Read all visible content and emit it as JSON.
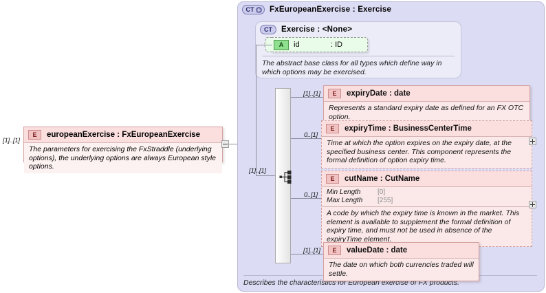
{
  "diagram": {
    "kind": "xsd-schema-element-diagram",
    "root_element": {
      "badge": "E",
      "badge_name": "element-icon",
      "label": "europeanExercise : FxEuropeanExercise",
      "documentation": "The parameters for exercising the FxStraddle (underlying options), the underlying options are always European style options.",
      "cardinality": "[1]..[1]",
      "toggle": "minus"
    },
    "complex_type": {
      "badge": "CT",
      "badge_suffix": "+",
      "label": "FxEuropeanExercise : Exercise",
      "documentation": "Describes the characteristics for European exercise of FX products."
    },
    "base_type": {
      "badge": "CT",
      "label": "Exercise : <None>",
      "documentation": "The abstract base class for all types which define way in which options may be exercised.",
      "attribute": {
        "badge": "A",
        "name": "id",
        "type": ": ID"
      }
    },
    "compositor": {
      "type": "sequence",
      "cardinality": "[1]..[1]"
    },
    "children": [
      {
        "badge": "E",
        "label": "expiryDate : date",
        "documentation": "Represents a standard expiry date as defined for an FX OTC option.",
        "cardinality": "[1]..[1]",
        "optional": false,
        "toggle": null,
        "facets": []
      },
      {
        "badge": "E",
        "label": "expiryTime : BusinessCenterTime",
        "documentation": "Time at which the option expires on the expiry date, at the specified business center. This component represents the formal definition of option expiry time.",
        "cardinality": "0..[1]",
        "optional": true,
        "toggle": "plus",
        "facets": []
      },
      {
        "badge": "E",
        "label": "cutName : CutName",
        "documentation": "A code by which the expiry time is known in the market. This element is available to supplement the formal definition of expiry time, and must not be used in absence of the expiryTime element.",
        "cardinality": "0..[1]",
        "optional": true,
        "toggle": "plus",
        "facets": [
          {
            "name": "Min Length",
            "value": "[0]"
          },
          {
            "name": "Max Length",
            "value": "[255]"
          }
        ]
      },
      {
        "badge": "E",
        "label": "valueDate : date",
        "documentation": "The date on which both currencies traded will settle.",
        "cardinality": "[1]..[1]",
        "optional": false,
        "toggle": null,
        "facets": []
      }
    ],
    "colors": {
      "container_bg": "#dcdcf4",
      "base_type_bg": "#ececf9",
      "element_bg": "#fbe9e9",
      "element_header_bg": "#fbdede",
      "element_border": "#d5a0a0",
      "attribute_bg": "#e9fbe9",
      "attribute_badge": "#8ee08e",
      "line": "#8d8d9e"
    }
  }
}
